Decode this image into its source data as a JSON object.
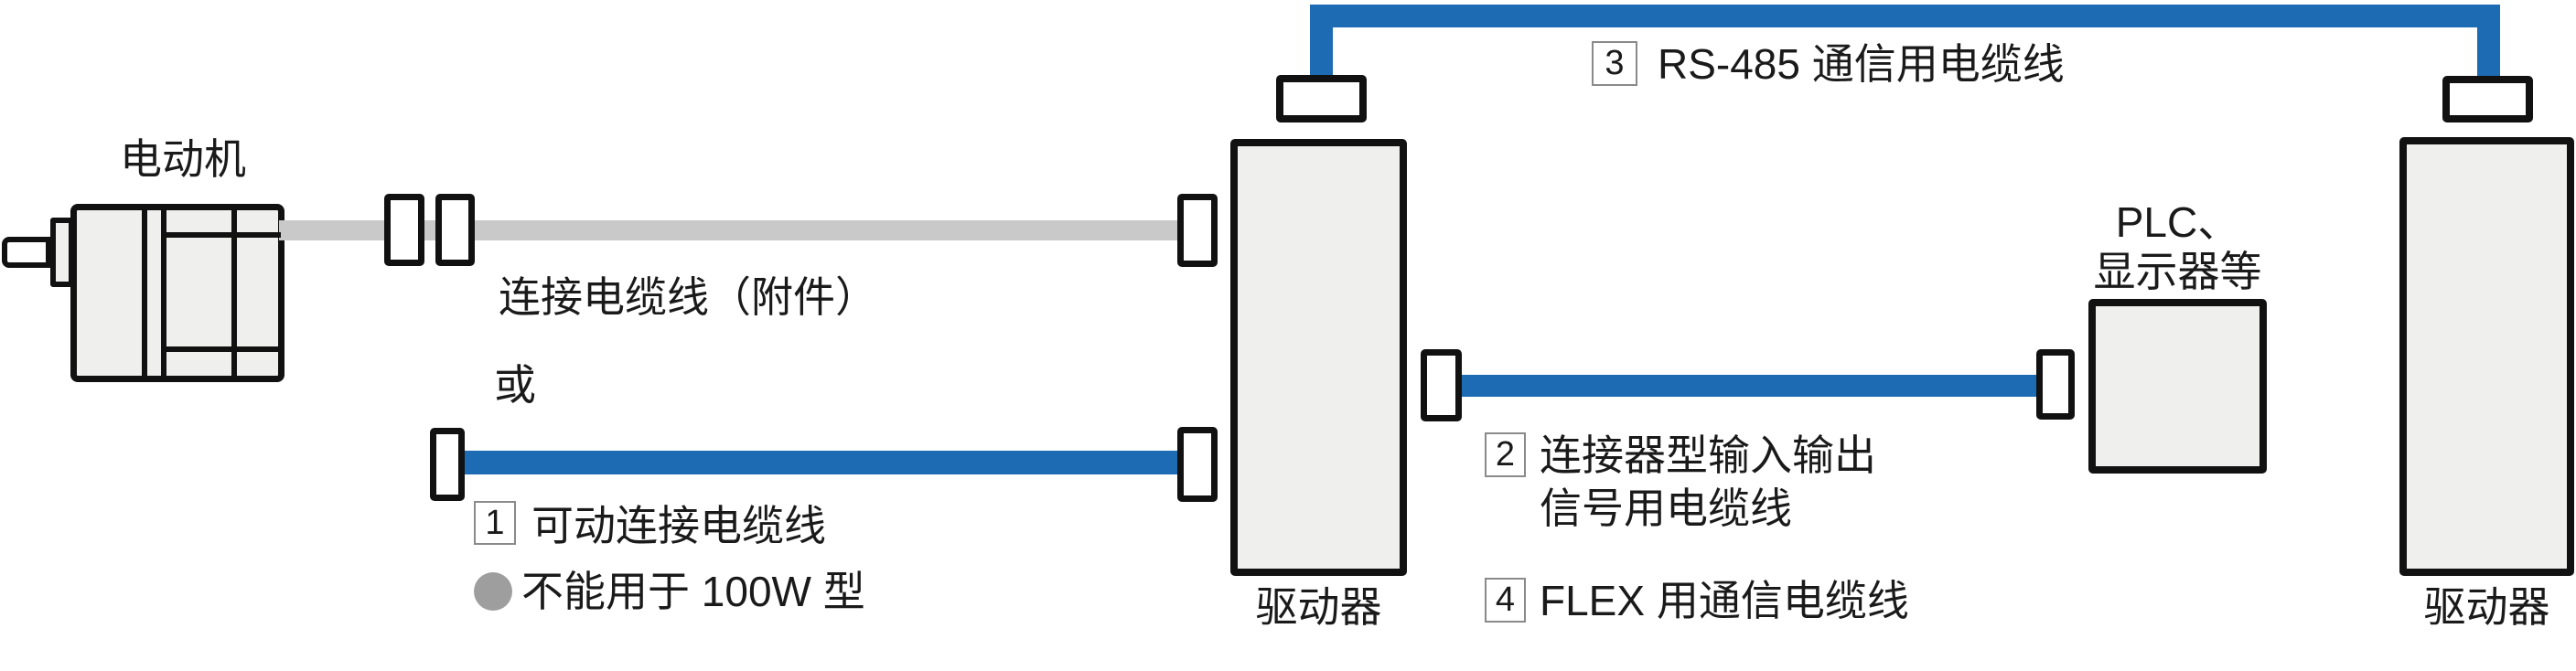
{
  "colors": {
    "cable_blue": "#1c6bb3",
    "cable_gray": "#c9c9c9",
    "box_fill": "#efefee",
    "outline": "#111111",
    "bullet_gray": "#9e9e9e"
  },
  "motor": {
    "label": "电动机"
  },
  "driver_main": {
    "label": "驱动器"
  },
  "driver_right": {
    "label": "驱动器"
  },
  "plc": {
    "label_line1": "PLC、",
    "label_line2": "显示器等"
  },
  "cables": {
    "accessory_label": "连接电缆线（附件）",
    "or_text": "或",
    "item1": {
      "num": "1",
      "label": "可动连接电缆线",
      "note": "不能用于 100W 型"
    },
    "item2": {
      "num": "2",
      "label_line1": "连接器型输入输出",
      "label_line2": "信号用电缆线"
    },
    "item3": {
      "num": "3",
      "label": "RS-485 通信用电缆线"
    },
    "item4": {
      "num": "4",
      "label": "FLEX 用通信电缆线"
    }
  }
}
